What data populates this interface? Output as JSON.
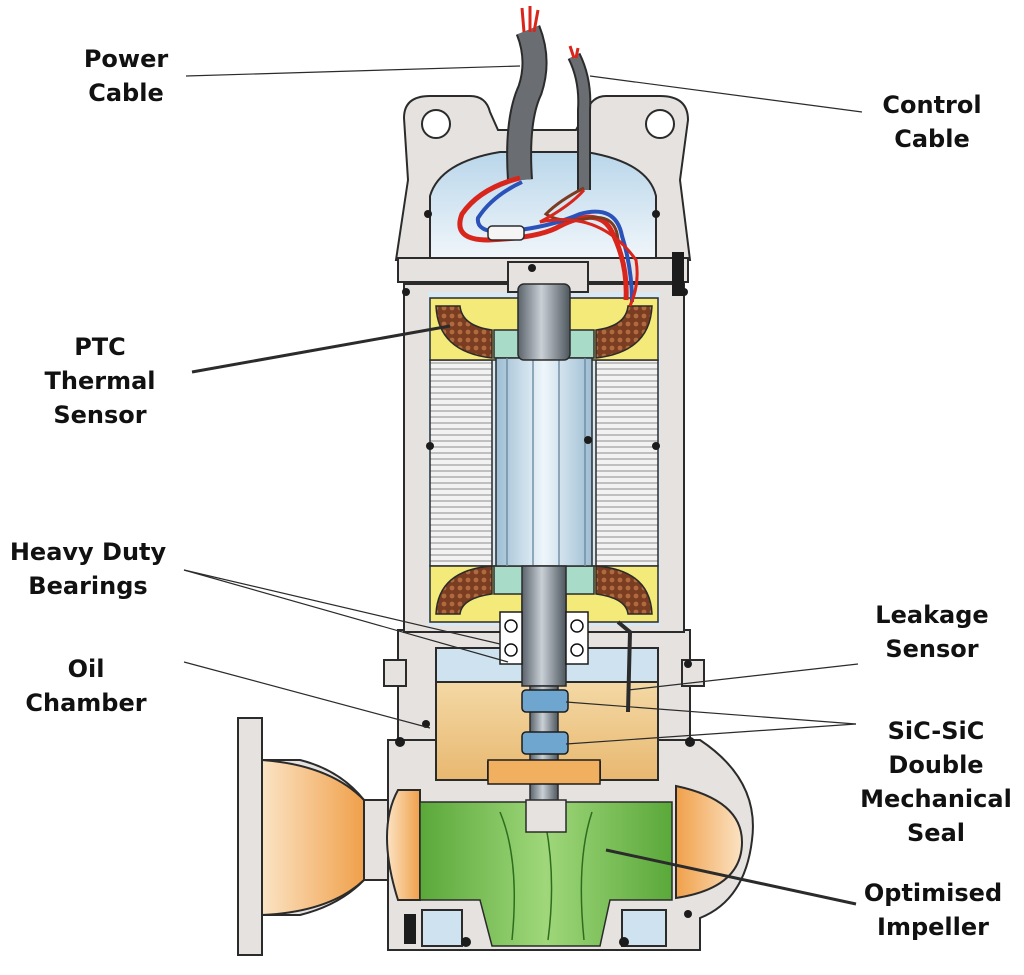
{
  "labels": {
    "power_cable": [
      "Power",
      "Cable"
    ],
    "control_cable": [
      "Control",
      "Cable"
    ],
    "ptc": [
      "PTC",
      "Thermal",
      "Sensor"
    ],
    "bearings": [
      "Heavy Duty",
      "Bearings"
    ],
    "oil": [
      "Oil",
      "Chamber"
    ],
    "leakage": [
      "Leakage",
      "Sensor"
    ],
    "seal": [
      "SiC-SiC",
      "Double",
      "Mechanical",
      "Seal"
    ],
    "impeller": [
      "Optimised",
      "Impeller"
    ]
  },
  "colors": {
    "casing": "#e6e2e0",
    "casing_stroke": "#333333",
    "motor_cavity": "#d6e8f4",
    "winding_yellow": "#f3ea7a",
    "winding_copper": "#8a4a2a",
    "rotor": "#c6dcea",
    "shaft": "#7d8690",
    "oil": "#eec98a",
    "volute": "#f0a855",
    "impeller": "#6fbf4a",
    "cable": "#5c5f63",
    "wire_red": "#d8261c",
    "wire_blue": "#2a52b8",
    "seal_blue": "#6fa6cf"
  }
}
